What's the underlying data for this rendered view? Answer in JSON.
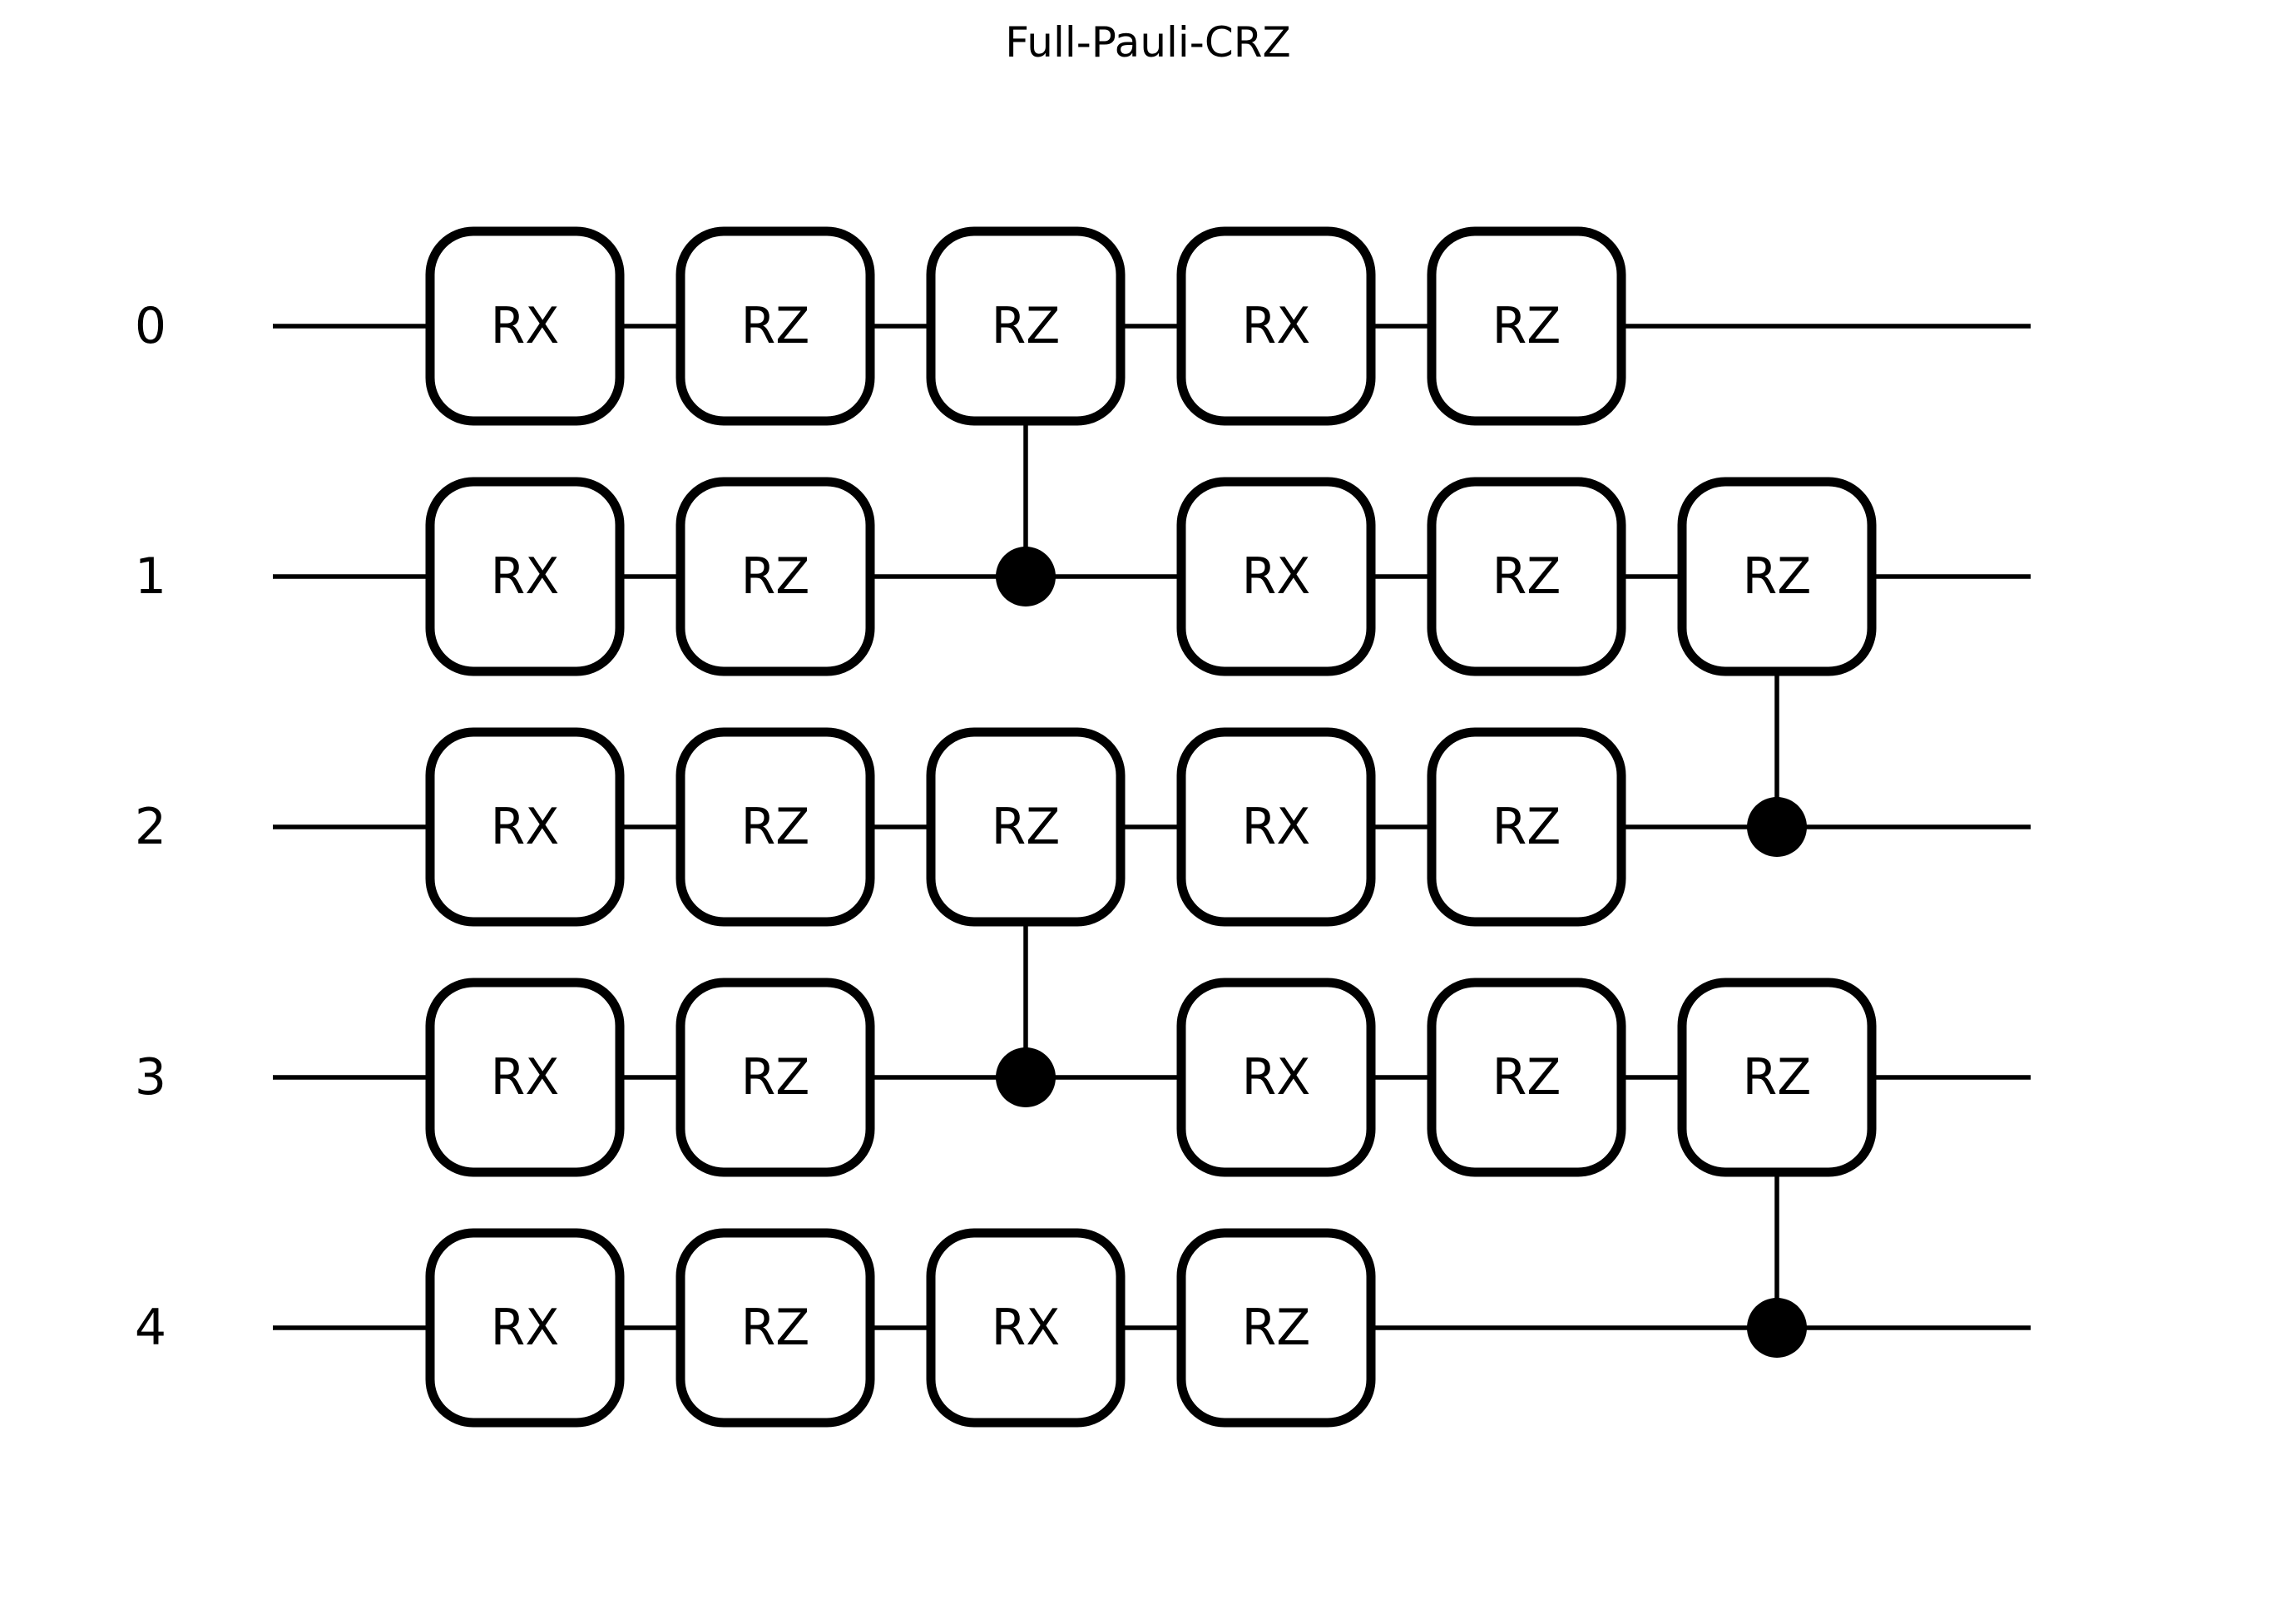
{
  "title": "Full-Pauli-CRZ",
  "wires": [
    "0",
    "1",
    "2",
    "3",
    "4"
  ],
  "gates": [
    {
      "wire": 0,
      "step": 0,
      "label": "RX"
    },
    {
      "wire": 1,
      "step": 0,
      "label": "RX"
    },
    {
      "wire": 2,
      "step": 0,
      "label": "RX"
    },
    {
      "wire": 3,
      "step": 0,
      "label": "RX"
    },
    {
      "wire": 4,
      "step": 0,
      "label": "RX"
    },
    {
      "wire": 0,
      "step": 1,
      "label": "RZ"
    },
    {
      "wire": 1,
      "step": 1,
      "label": "RZ"
    },
    {
      "wire": 2,
      "step": 1,
      "label": "RZ"
    },
    {
      "wire": 3,
      "step": 1,
      "label": "RZ"
    },
    {
      "wire": 4,
      "step": 1,
      "label": "RZ"
    },
    {
      "wire": 4,
      "step": 2,
      "label": "RX"
    },
    {
      "wire": 0,
      "step": 3,
      "label": "RX"
    },
    {
      "wire": 1,
      "step": 3,
      "label": "RX"
    },
    {
      "wire": 2,
      "step": 3,
      "label": "RX"
    },
    {
      "wire": 3,
      "step": 3,
      "label": "RX"
    },
    {
      "wire": 4,
      "step": 3,
      "label": "RZ"
    },
    {
      "wire": 0,
      "step": 4,
      "label": "RZ"
    },
    {
      "wire": 1,
      "step": 4,
      "label": "RZ"
    },
    {
      "wire": 2,
      "step": 4,
      "label": "RZ"
    },
    {
      "wire": 3,
      "step": 4,
      "label": "RZ"
    }
  ],
  "controlled_gates": [
    {
      "control": 1,
      "target": 0,
      "step": 2,
      "label": "RZ"
    },
    {
      "control": 3,
      "target": 2,
      "step": 2,
      "label": "RZ"
    },
    {
      "control": 2,
      "target": 1,
      "step": 5,
      "label": "RZ"
    },
    {
      "control": 4,
      "target": 3,
      "step": 5,
      "label": "RZ"
    }
  ]
}
